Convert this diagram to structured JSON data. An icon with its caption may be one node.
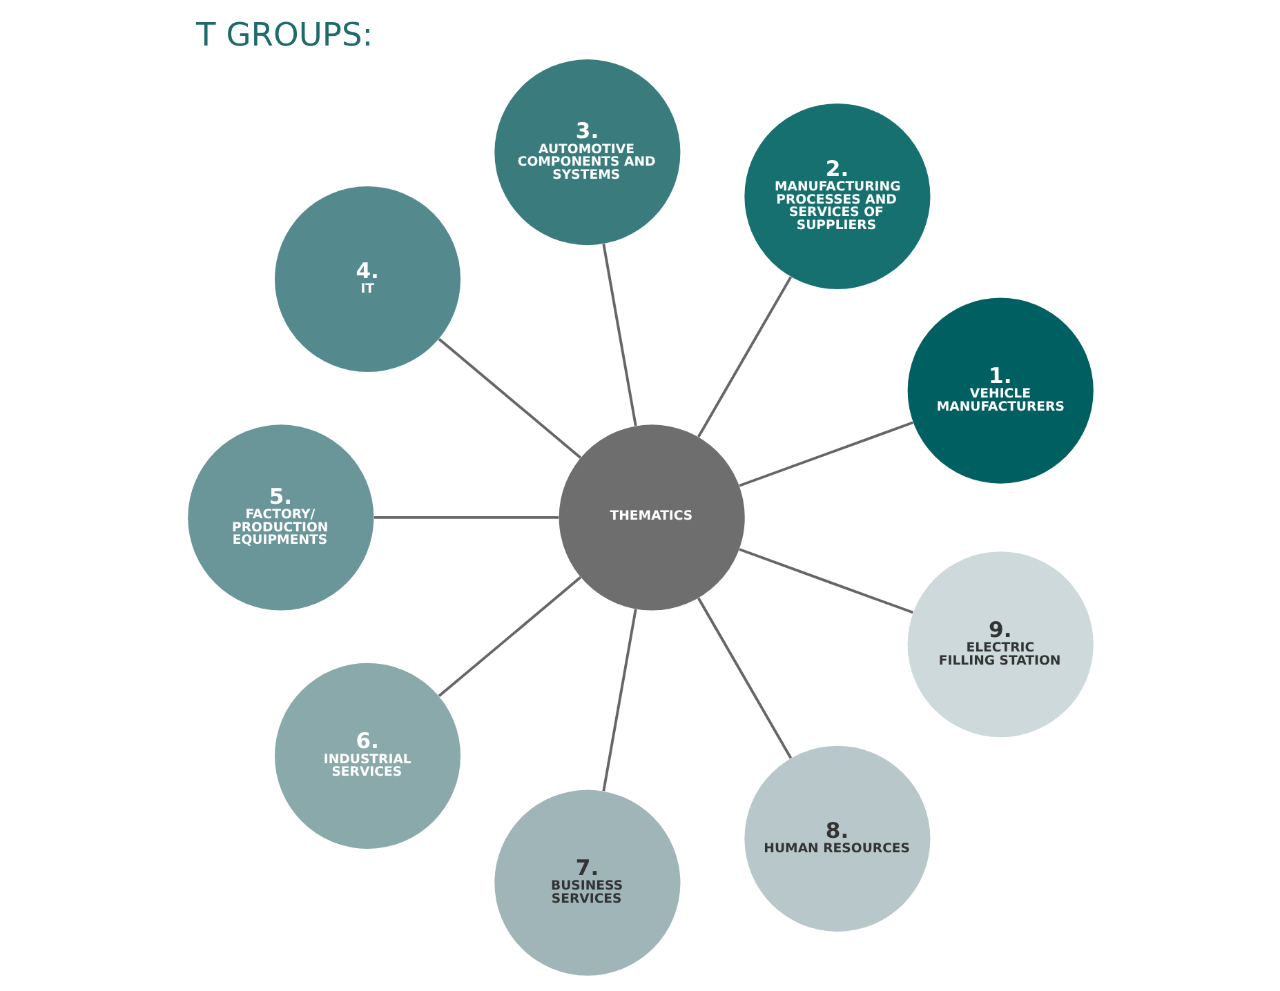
{
  "diagram": {
    "title": "T GROUPS:",
    "nodes": [
      {
        "text": [
          "THEMATICS"
        ]
      },
      {
        "text": [
          "1.",
          "VEHICLE MANUFACTURERS"
        ]
      },
      {
        "text": [
          "2.",
          "MANUFACTURING PROCESSES AND SERVICES OF SUPPLIERS"
        ]
      },
      {
        "text": [
          "3.",
          "AUTOMOTIVE COMPONENTS AND SYSTEMS"
        ]
      },
      {
        "text": [
          "4.",
          "IT"
        ]
      },
      {
        "text": [
          "5.",
          "FACTORY/ PRODUCTION EQUIPMENTS"
        ]
      },
      {
        "text": [
          "6.",
          "INDUSTRIAL SERVICES"
        ]
      },
      {
        "text": [
          "7.",
          "BUSINESS SERVICES"
        ]
      },
      {
        "text": [
          "8.",
          "HUMAN RESOURCES"
        ]
      },
      {
        "text": [
          "9.",
          "ELECTRIC FILLING STATION"
        ]
      }
    ],
    "edges": [
      {
        "from": 0,
        "to": 1,
        "arrow": "none"
      },
      {
        "from": 0,
        "to": 2,
        "arrow": "none"
      },
      {
        "from": 0,
        "to": 3,
        "arrow": "none"
      },
      {
        "from": 0,
        "to": 4,
        "arrow": "none"
      },
      {
        "from": 0,
        "to": 5,
        "arrow": "none"
      },
      {
        "from": 0,
        "to": 6,
        "arrow": "none"
      },
      {
        "from": 0,
        "to": 7,
        "arrow": "none"
      },
      {
        "from": 0,
        "to": 8,
        "arrow": "none"
      },
      {
        "from": 0,
        "to": 9,
        "arrow": "none"
      }
    ]
  }
}
